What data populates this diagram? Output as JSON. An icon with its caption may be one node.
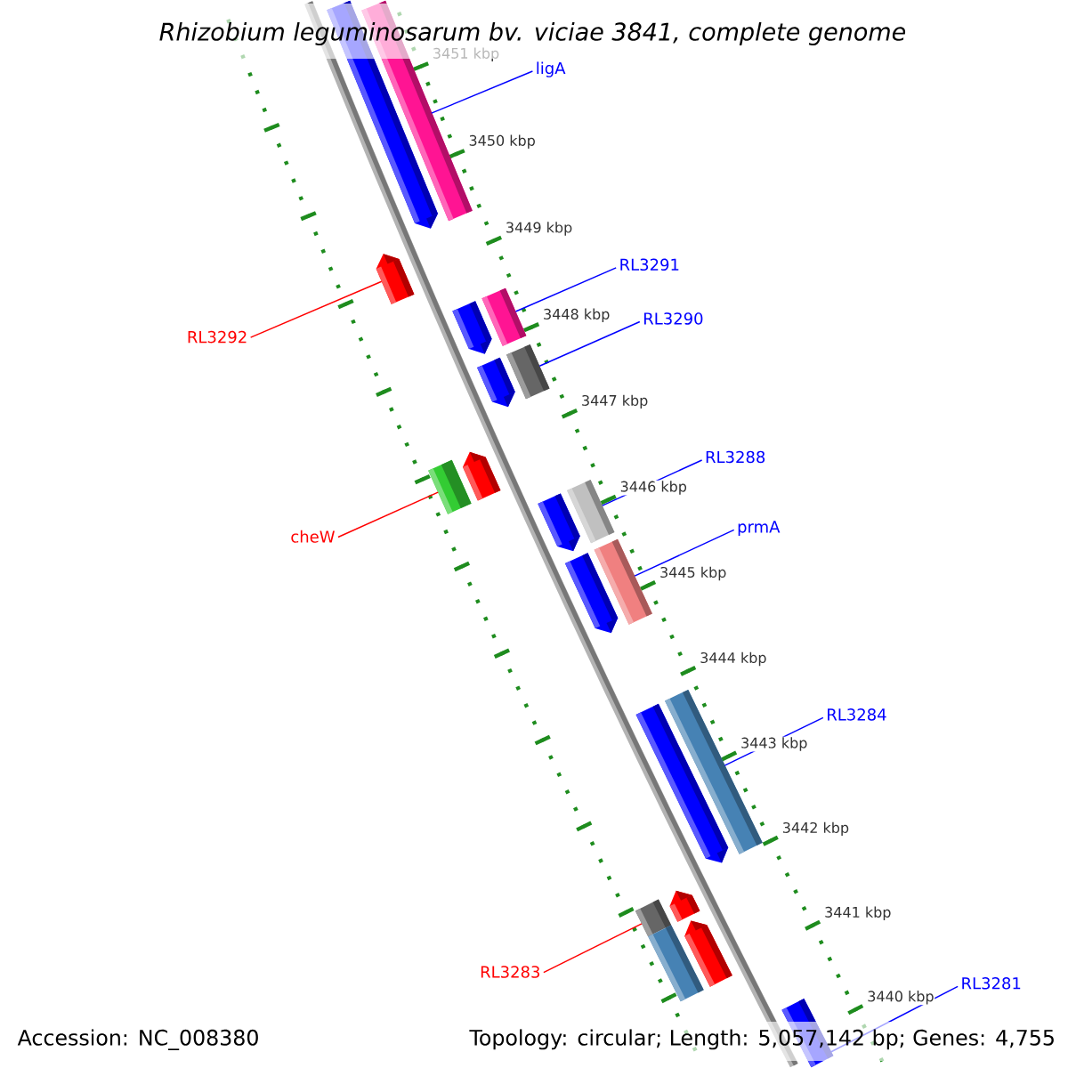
{
  "diagram": {
    "title": "Rhizobium leguminosarum bv. viciae 3841, complete genome",
    "nodes": [
      {
        "text": [
          "ligA"
        ]
      },
      {
        "text": [
          "RL3291"
        ]
      },
      {
        "text": [
          "RL3290"
        ]
      },
      {
        "text": [
          "RL3292"
        ]
      },
      {
        "text": [
          "RL3288"
        ]
      },
      {
        "text": [
          "prmA"
        ]
      },
      {
        "text": [
          "cheW"
        ]
      },
      {
        "text": [
          "RL3284"
        ]
      },
      {
        "text": [
          "RL3283"
        ]
      },
      {
        "text": [
          "RL3281"
        ]
      },
      {
        "text": [],
        "shape": "pentagon"
      },
      {
        "text": [],
        "shape": "bar"
      },
      {
        "text": [],
        "shape": "pentagon"
      },
      {
        "text": [],
        "shape": "pentagon"
      },
      {
        "text": [],
        "shape": "bar"
      },
      {
        "text": [],
        "shape": "pentagon"
      },
      {
        "text": [],
        "shape": "bar"
      },
      {
        "text": [],
        "shape": "bar"
      },
      {
        "text": [],
        "shape": "pentagon"
      },
      {
        "text": [],
        "shape": "pentagon"
      },
      {
        "text": [],
        "shape": "bar"
      },
      {
        "text": [],
        "shape": "pentagon"
      },
      {
        "text": [],
        "shape": "bar"
      },
      {
        "text": [],
        "shape": "pentagon"
      },
      {
        "text": [],
        "shape": "bar"
      },
      {
        "text": [],
        "shape": "bar"
      },
      {
        "text": [],
        "shape": "pentagon"
      },
      {
        "text": [],
        "shape": "bar"
      },
      {
        "text": [],
        "shape": "pentagon"
      },
      {
        "text": [],
        "shape": "bar"
      }
    ],
    "edges": [
      {
        "from": 0,
        "to": 11,
        "arrow": "none"
      },
      {
        "from": 1,
        "to": 14,
        "arrow": "none"
      },
      {
        "from": 2,
        "to": 16,
        "arrow": "none"
      },
      {
        "from": 3,
        "to": 12,
        "arrow": "none",
        "color": "#ff0000"
      },
      {
        "from": 4,
        "to": 20,
        "arrow": "none"
      },
      {
        "from": 5,
        "to": 22,
        "arrow": "none"
      },
      {
        "from": 6,
        "to": 17,
        "arrow": "none",
        "color": "#ff0000"
      },
      {
        "from": 7,
        "to": 24,
        "arrow": "none"
      },
      {
        "from": 8,
        "to": 25,
        "arrow": "none",
        "color": "#ff0000"
      },
      {
        "from": 9,
        "to": 29,
        "arrow": "none"
      }
    ],
    "labels": [
      "3451 kbp",
      "3450 kbp",
      "3449 kbp",
      "3448 kbp",
      "3447 kbp",
      "3446 kbp",
      "3445 kbp",
      "3444 kbp",
      "3443 kbp",
      "3442 kbp",
      "3441 kbp",
      "3440 kbp",
      "Accession: NC_008380",
      "Topology: circular; Length: 5,057,142 bp; Genes: 4,755"
    ]
  }
}
